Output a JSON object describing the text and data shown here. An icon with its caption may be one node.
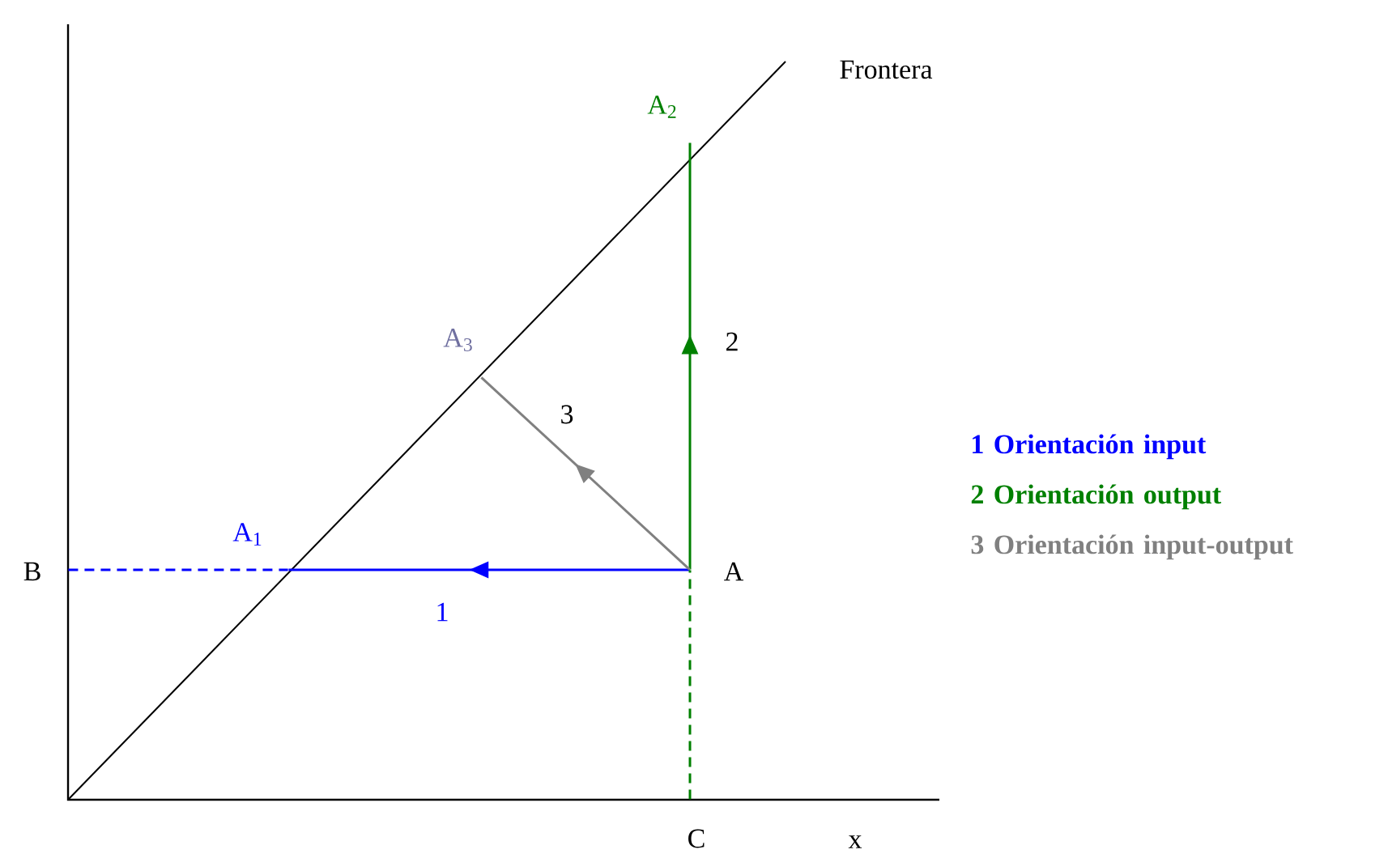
{
  "diagram": {
    "nodes": [
      {
        "text": [
          "A"
        ]
      },
      {
        "text": [
          "A$_{1}$"
        ]
      },
      {
        "text": [
          "A$_{2}$"
        ]
      },
      {
        "text": [
          "A$_{3}$"
        ]
      },
      {
        "text": [
          "B"
        ]
      },
      {
        "text": [
          "C"
        ]
      }
    ],
    "edges": [
      {
        "from": 0,
        "to": 1,
        "arrow": "to",
        "label": "1",
        "color": "#0000ff"
      },
      {
        "from": 0,
        "to": 2,
        "arrow": "to",
        "label": "2",
        "color": "#008000"
      },
      {
        "from": 0,
        "to": 3,
        "arrow": "to",
        "label": "3",
        "color": "#808080"
      },
      {
        "from": 4,
        "to": 1,
        "arrow": "none",
        "style": "dashed",
        "color": "#0000ff"
      },
      {
        "from": 5,
        "to": 0,
        "arrow": "none",
        "style": "dashed",
        "color": "#008000"
      }
    ],
    "labels": [
      "Frontera",
      "x"
    ],
    "legend": [
      {
        "text": "1 Orientación input",
        "color": "#0000ff"
      },
      {
        "text": "2 Orientación output",
        "color": "#008000"
      },
      {
        "text": "3 Orientación input-output",
        "color": "#808080"
      }
    ]
  }
}
